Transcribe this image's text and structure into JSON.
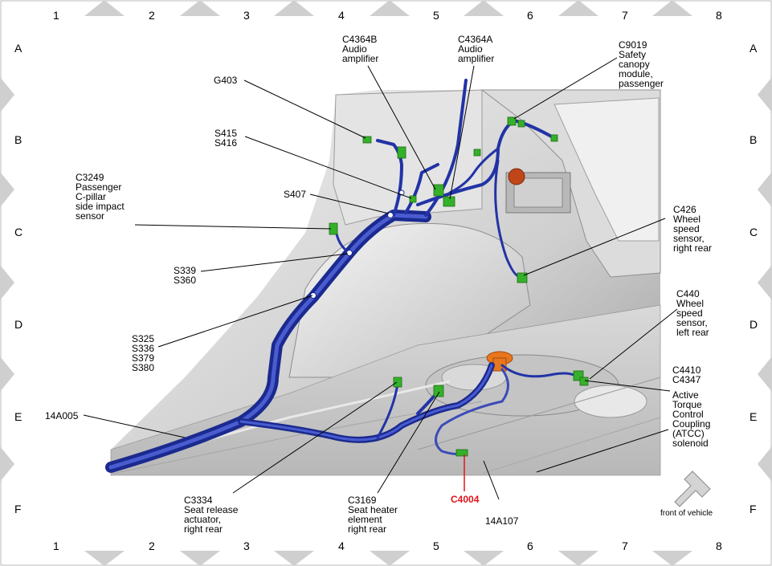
{
  "grid": {
    "columns": [
      "1",
      "2",
      "3",
      "4",
      "5",
      "6",
      "7",
      "8"
    ],
    "rows": [
      "A",
      "B",
      "C",
      "D",
      "E",
      "F"
    ]
  },
  "labels": {
    "g403": "G403",
    "c4364b": "C4364B\nAudio\namplifier",
    "c4364a": "C4364A\nAudio\namplifier",
    "c9019": "C9019\nSafety\ncanopy\nmodule,\npassenger",
    "s415_s416": "S415\nS416",
    "c3249": "C3249\nPassenger\nC-pillar\nside impact\nsensor",
    "s407": "S407",
    "c426": "C426\nWheel\nspeed\nsensor,\nright rear",
    "s339_s360": "S339\nS360",
    "c440": "C440\nWheel\nspeed\nsensor,\nleft rear",
    "s325_group": "S325\nS336\nS379\nS380",
    "c4410_c4347": "C4410\nC4347",
    "atcc": "Active\nTorque\nControl\nCoupling\n(ATCC)\nsolenoid",
    "h14a005": "14A005",
    "c3334": "C3334\nSeat release\nactuator,\nright rear",
    "c3169": "C3169\nSeat heater\nelement\nright rear",
    "c4004": "C4004",
    "h14a107": "14A107",
    "front": "front of vehicle"
  },
  "colors": {
    "harness": "#2233a6",
    "harness_highlight": "#5566d8",
    "connector": "#35b02a",
    "highlight_text": "#e0141a",
    "border_diamond": "#cfcfcf"
  }
}
